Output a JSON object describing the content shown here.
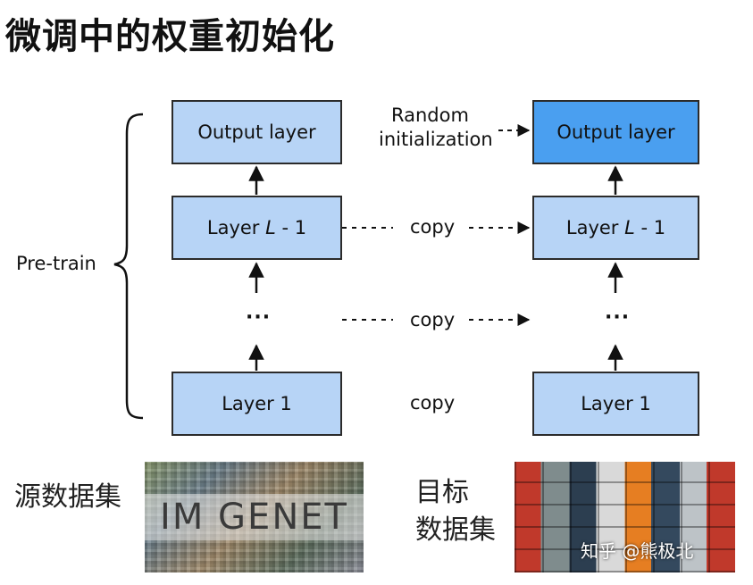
{
  "title": "微调中的权重初始化",
  "pretrain_label": "Pre-train",
  "random_init_line1": "Random",
  "random_init_line2": "initialization",
  "left_stack": {
    "output": "Output layer",
    "layer_l_prefix": "Layer ",
    "layer_l_var": "L",
    "layer_l_suffix": " - 1",
    "ellipsis": "···",
    "layer1": "Layer 1"
  },
  "right_stack": {
    "output": "Output layer",
    "layer_l_prefix": "Layer ",
    "layer_l_var": "L",
    "layer_l_suffix": " - 1",
    "ellipsis": "···",
    "layer1": "Layer 1"
  },
  "copy_labels": [
    "copy",
    "copy",
    "copy"
  ],
  "source_dataset": "源数据集",
  "target_dataset_line1": "目标",
  "target_dataset_line2": "数据集",
  "imagenet_logo": "IM GENET",
  "watermark": "知乎 @熊极北",
  "colors": {
    "box_fill": "#b7d4f6",
    "output_new_fill": "#4a9ff0",
    "border": "#2b2b2b"
  }
}
